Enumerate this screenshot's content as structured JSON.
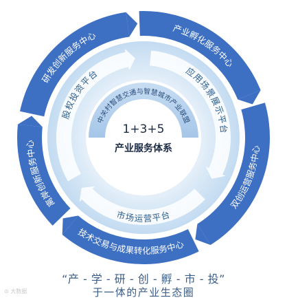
{
  "outer_ring": [
    {
      "label": "研发创新服务中心"
    },
    {
      "label": "产业孵化服务中心"
    },
    {
      "label": "双创运营服务中心"
    },
    {
      "label": "技术交易与成果转化服务中心"
    },
    {
      "label": "离岸创新服务中心"
    }
  ],
  "inner_ring": [
    {
      "label": "股权投资平台"
    },
    {
      "label": "应用场景展示平台"
    },
    {
      "label": "市场运营平台"
    }
  ],
  "core": {
    "arc_label": "中关村智慧交通与智慧城市产业联盟",
    "formula": "1+3+5",
    "title": "产业服务体系"
  },
  "caption": {
    "line1": "“产 - 学 - 研 - 创 - 孵 - 市 - 投”",
    "line2": "于一体的产业生态圈"
  },
  "watermark": "⊙ 大数据",
  "colors": {
    "outer_blue": "#3d6fc3",
    "gradient_light": "#d8e8f6",
    "gradient_mid": "#b3d1ee",
    "gradient_dark": "#a6c6e8",
    "caption": "#3a5b86"
  }
}
